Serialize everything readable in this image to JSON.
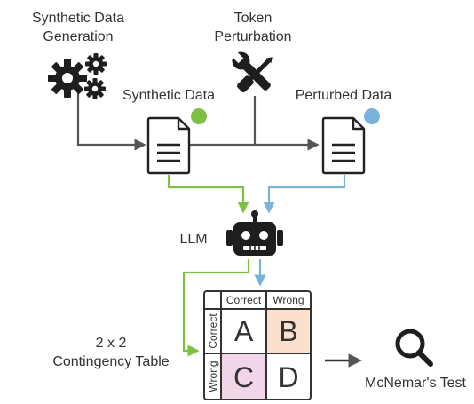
{
  "labels": {
    "synthetic_generation": [
      "Synthetic Data",
      "Generation"
    ],
    "token_perturbation": [
      "Token",
      "Perturbation"
    ],
    "synthetic_data": "Synthetic Data",
    "perturbed_data": "Perturbed Data",
    "llm": "LLM",
    "contingency": [
      "2 x 2",
      "Contingency Table"
    ],
    "mcnemar": "McNemar's Test"
  },
  "table": {
    "col_headers": [
      "Correct",
      "Wrong"
    ],
    "row_headers": [
      "Correct",
      "Wrong"
    ],
    "cells": [
      "A",
      "B",
      "C",
      "D"
    ]
  },
  "colors": {
    "synthetic": "#7dc144",
    "perturbed": "#79b3dc",
    "cell_b": "#fbe1cd",
    "cell_c": "#f1d6ea",
    "ink": "#2b2b2b",
    "line": "#555555"
  },
  "icons": {
    "generation": "gears-icon",
    "perturbation": "wrench-screwdriver-icon",
    "document": "document-icon",
    "llm": "robot-icon",
    "test": "magnifier-icon"
  }
}
